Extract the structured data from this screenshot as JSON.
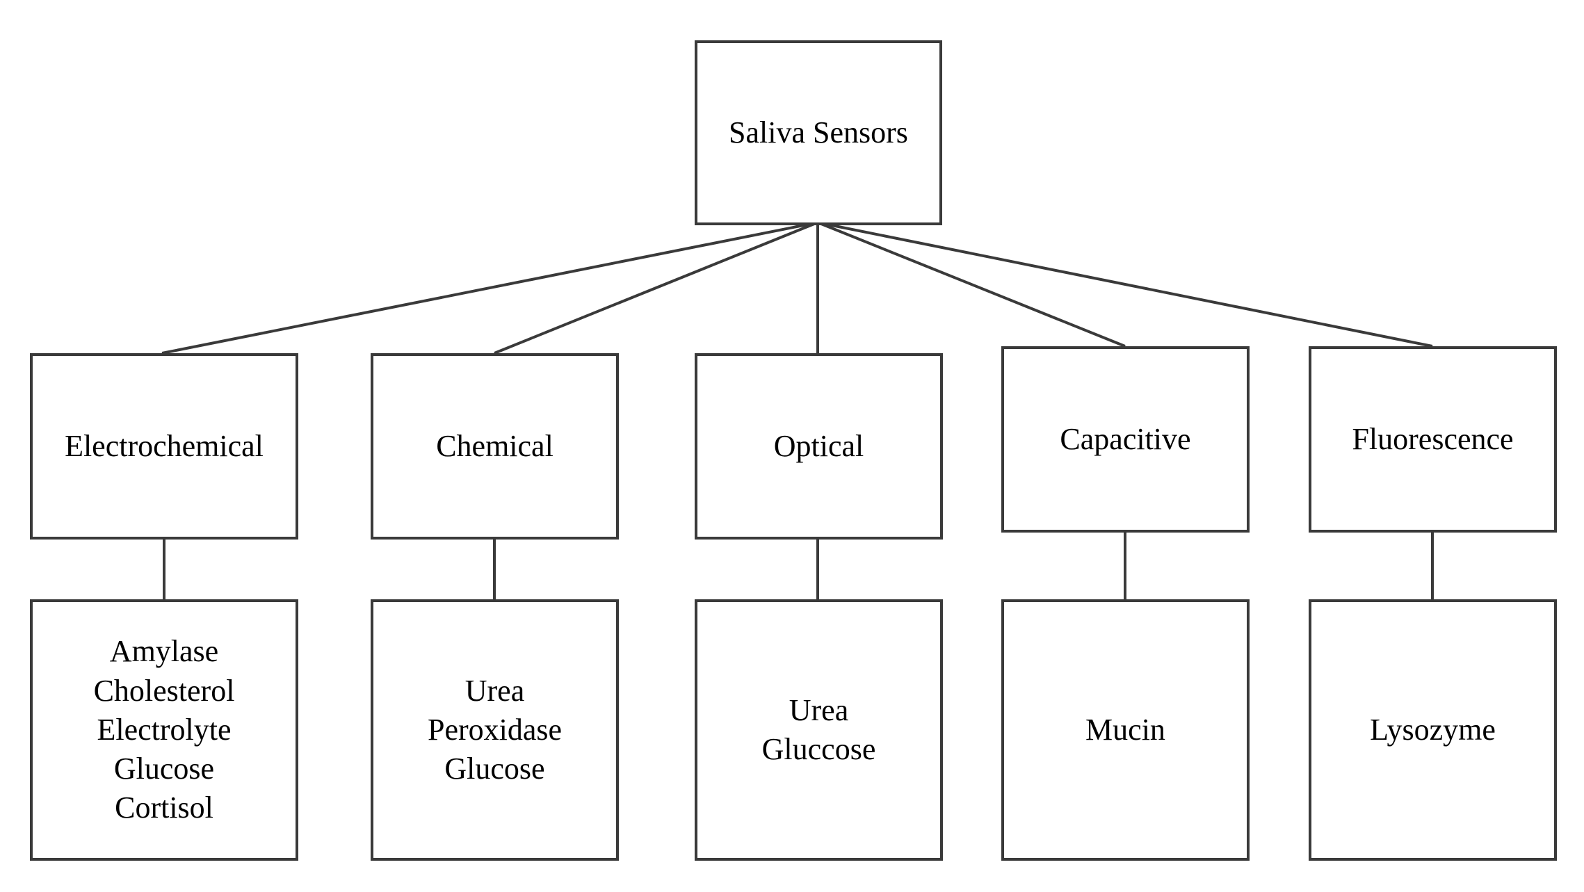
{
  "root": {
    "label": "Saliva Sensors"
  },
  "categories": [
    {
      "label": "Electrochemical",
      "analytes": [
        "Amylase",
        "Cholesterol",
        "Electrolyte",
        "Glucose",
        "Cortisol"
      ]
    },
    {
      "label": "Chemical",
      "analytes": [
        "Urea",
        "Peroxidase",
        "Glucose"
      ]
    },
    {
      "label": "Optical",
      "analytes": [
        "Urea",
        "Gluccose"
      ]
    },
    {
      "label": "Capacitive",
      "analytes": [
        "Mucin"
      ]
    },
    {
      "label": "Fluorescence",
      "analytes": [
        "Lysozyme"
      ]
    }
  ]
}
